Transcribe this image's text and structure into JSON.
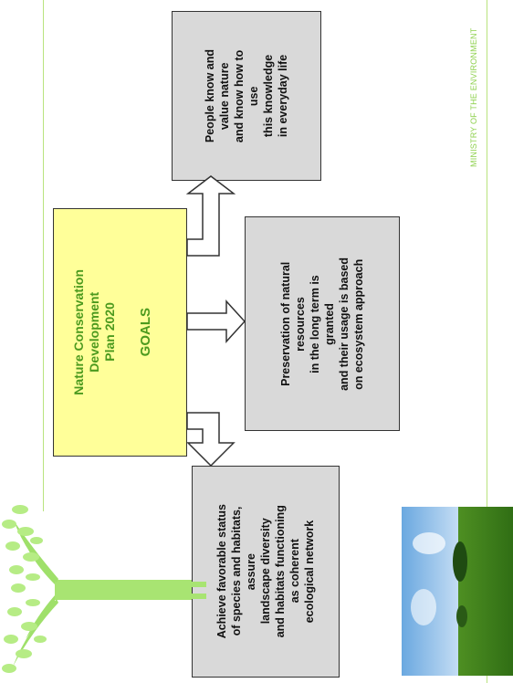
{
  "ministry": "MINISTRY OF THE ENVIRONMENT",
  "goals_box": {
    "title": "Nature Conservation\nDevelopment\nPlan 2020",
    "label": "GOALS"
  },
  "boxes": {
    "people": "People know and\nvalue nature\nand know how to\nuse\nthis knowledge\nin everyday life",
    "preservation": "Preservation of natural\nresources\nin the long term is\ngranted\nand their usage is based\non  ecosystem approach",
    "species": "Achieve favorable status\nof species and habitats,\nassure\nlandscape diversity\nand habitats functioning\nas coherent\necological network"
  },
  "colors": {
    "goals_fill": "#ffff99",
    "goals_text": "#4c9a1e",
    "box_fill": "#d9d9d9",
    "accent_green": "#8fd14f"
  }
}
